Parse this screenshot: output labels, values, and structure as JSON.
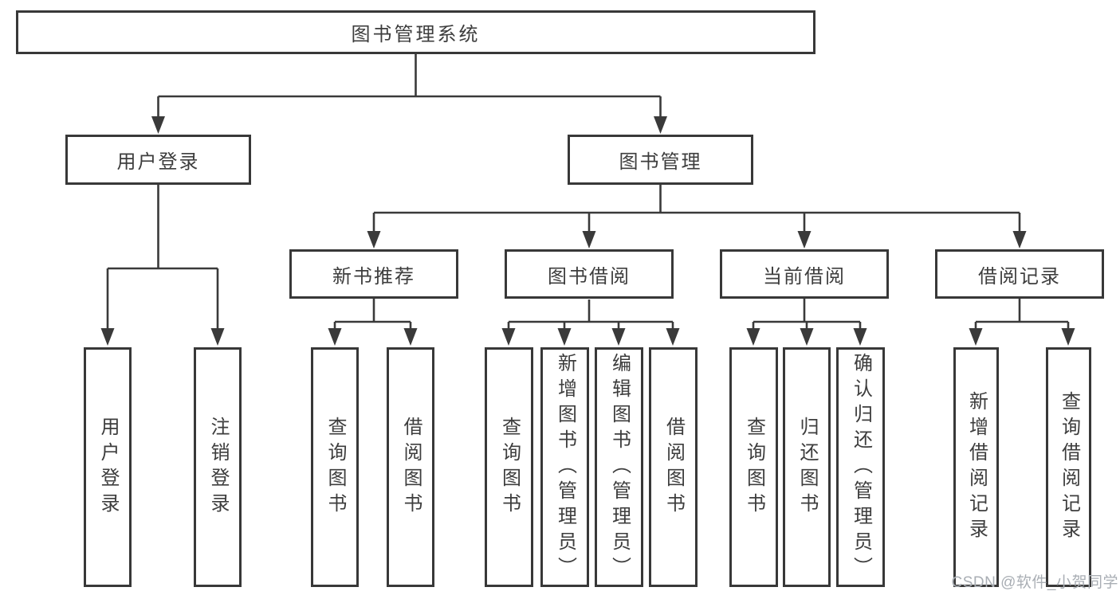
{
  "colors": {
    "line": "#3a3a3a",
    "box_border": "#383838",
    "text": "#3d3d3d",
    "background": "#ffffff",
    "watermark": "#a9aeb4"
  },
  "watermark": "CSDN @软件_小贺同学",
  "diagram": {
    "type": "hierarchy-tree",
    "root": {
      "label": "图书管理系统",
      "children": [
        {
          "label": "用户登录",
          "children": [
            {
              "label": "用户登录"
            },
            {
              "label": "注销登录"
            }
          ]
        },
        {
          "label": "图书管理",
          "children": [
            {
              "label": "新书推荐",
              "children": [
                {
                  "label": "查询图书"
                },
                {
                  "label": "借阅图书"
                }
              ]
            },
            {
              "label": "图书借阅",
              "children": [
                {
                  "label": "查询图书"
                },
                {
                  "label": "新增图书（管理员）"
                },
                {
                  "label": "编辑图书（管理员）"
                },
                {
                  "label": "借阅图书"
                }
              ]
            },
            {
              "label": "当前借阅",
              "children": [
                {
                  "label": "查询图书"
                },
                {
                  "label": "归还图书"
                },
                {
                  "label": "确认归还（管理员）"
                }
              ]
            },
            {
              "label": "借阅记录",
              "children": [
                {
                  "label": "新增借阅记录"
                },
                {
                  "label": "查询借阅记录"
                }
              ]
            }
          ]
        }
      ]
    }
  }
}
